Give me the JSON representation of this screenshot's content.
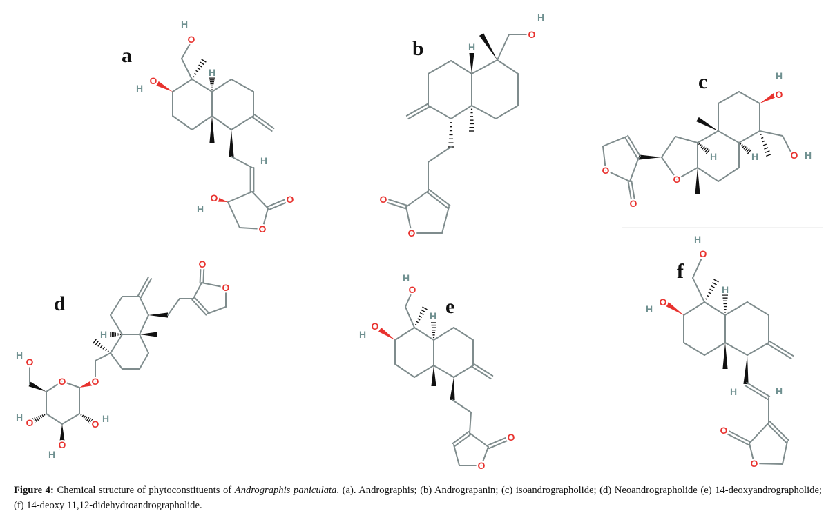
{
  "panels": {
    "a": "a",
    "b": "b",
    "c": "c",
    "d": "d",
    "e": "e",
    "f": "f"
  },
  "atoms": {
    "O": "O",
    "H": "H"
  },
  "colors": {
    "bond": "#7f8c8d",
    "oxygen": "#e8322e",
    "hydrogen": "#6f9090",
    "wedge": "#111111"
  },
  "caption": {
    "label": "Figure 4:",
    "text_before": " Chemical structure of phytoconstituents of ",
    "species": "Andrographis paniculata",
    "text_after": ". (a). Andrographis; (b) Andrograpanin; (c) isoandrographolide; (d) Neoandrographolide (e) 14-deoxyandrographolide; (f) 14-deoxy 11,12-didehydroandrographolide."
  }
}
